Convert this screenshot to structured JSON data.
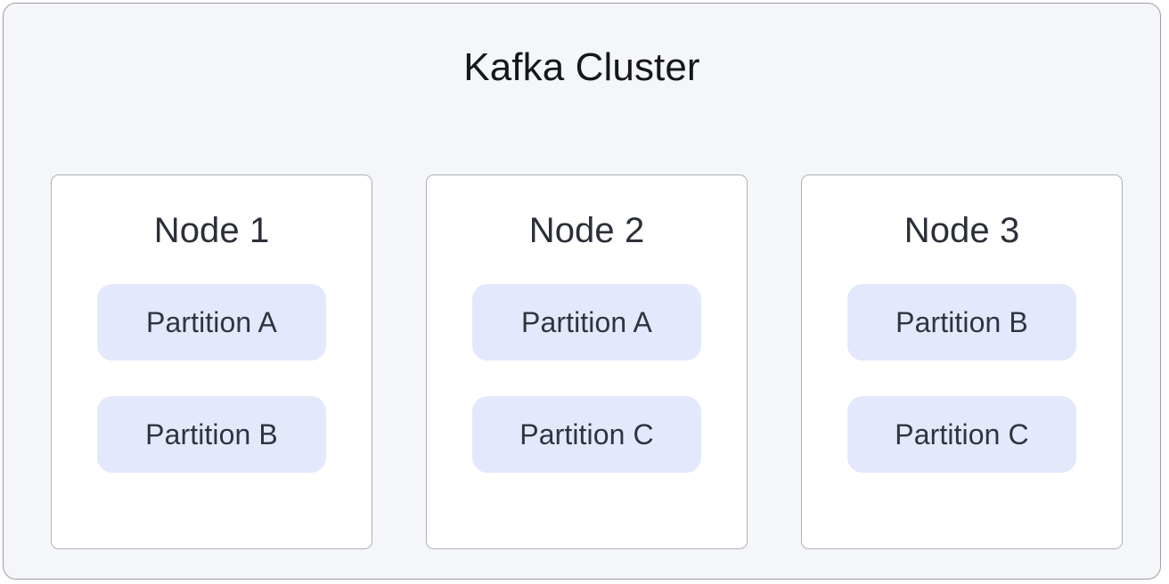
{
  "diagram": {
    "title": "Kafka Cluster",
    "type": "kafka-cluster-partition-layout",
    "colors": {
      "frame_background": "#f5f6f8",
      "frame_border": "#9b9fab",
      "node_background": "#ffffff",
      "node_border": "#adb1bc",
      "partition_background": "#e4e8fc",
      "title_text": "#15171c",
      "node_title_text": "#2b2f38",
      "partition_text": "#2e3440"
    },
    "nodes": [
      {
        "label": "Node 1",
        "partitions": [
          {
            "label": "Partition A"
          },
          {
            "label": "Partition B"
          }
        ]
      },
      {
        "label": "Node 2",
        "partitions": [
          {
            "label": "Partition A"
          },
          {
            "label": "Partition C"
          }
        ]
      },
      {
        "label": "Node 3",
        "partitions": [
          {
            "label": "Partition B"
          },
          {
            "label": "Partition C"
          }
        ]
      }
    ]
  }
}
